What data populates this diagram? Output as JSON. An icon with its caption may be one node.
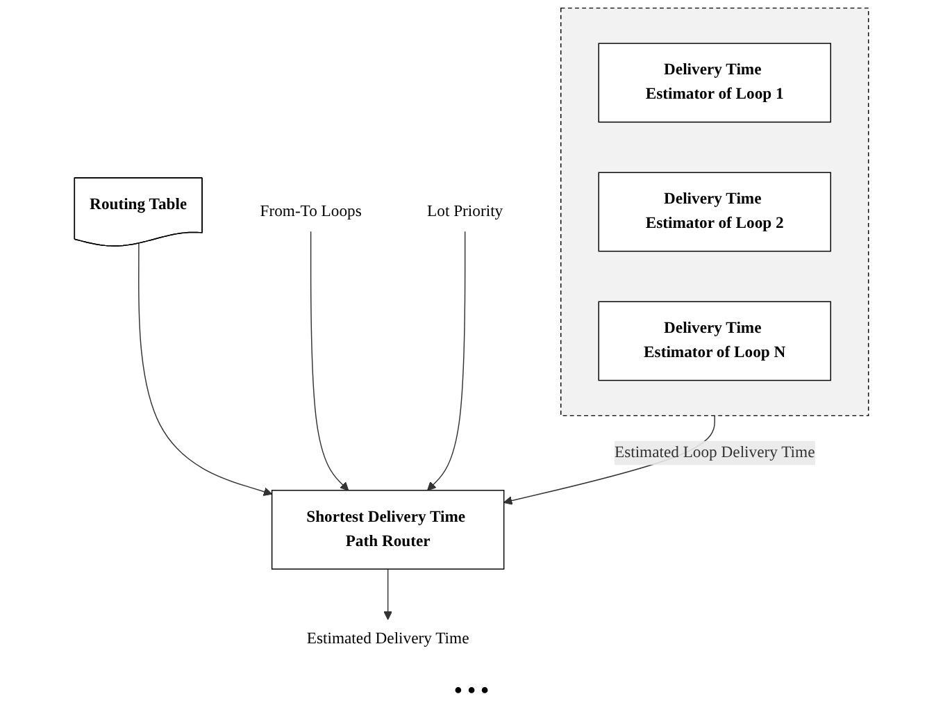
{
  "diagram": {
    "nodes": [
      {
        "text": [
          "Routing Table"
        ]
      },
      {
        "text": [
          "Shortest Delivery Time Path Router"
        ]
      },
      {
        "text": [
          "From-To Loops"
        ]
      },
      {
        "text": [
          "Lot Priority"
        ]
      },
      {
        "text": [
          "Estimated Delivery Time"
        ]
      },
      {
        "text": [],
        "shape": "box"
      },
      {
        "text": [
          "Delivery Time Estimator of Loop 1"
        ],
        "in": 5
      },
      {
        "text": [
          "Delivery Time Estimator of Loop 2"
        ],
        "in": 5
      },
      {
        "text": [
          "Delivery Time Estimator of Loop N"
        ],
        "in": 5
      }
    ],
    "edges": [
      {
        "from": 0,
        "to": 1,
        "arrow": "to"
      },
      {
        "from": 2,
        "to": 1,
        "arrow": "to"
      },
      {
        "from": 3,
        "to": 1,
        "arrow": "to"
      },
      {
        "from": 1,
        "to": 4,
        "arrow": "to"
      },
      {
        "from": 5,
        "to": 1,
        "arrow": "to",
        "label": "Estimated Loop Delivery Time"
      }
    ],
    "labels": [
      "• • •"
    ]
  }
}
